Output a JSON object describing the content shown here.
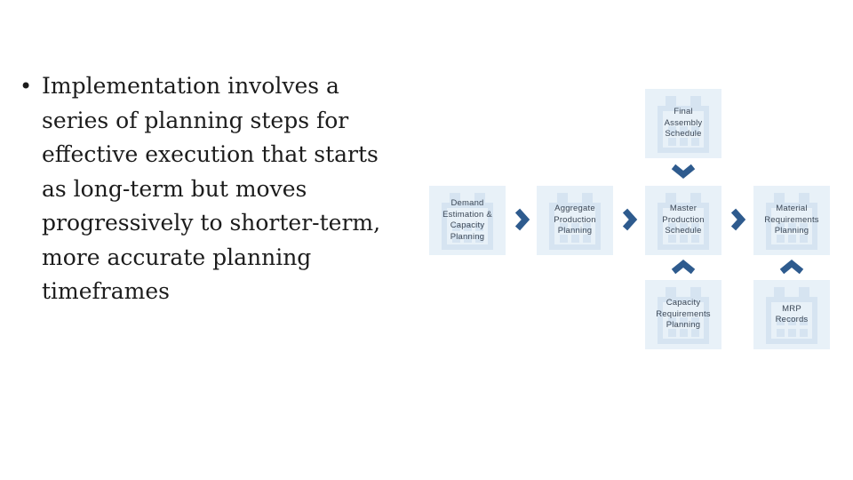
{
  "colors": {
    "slide_bg": "#ffffff",
    "box_bg": "#e8f1f8",
    "watermark": "#d6e4f1",
    "chevron": "#2e5b8e",
    "box_text": "#3b4756",
    "body_text": "#1c1c1c"
  },
  "slide": {
    "bullet_char": "•",
    "bullet_text": "Implementation involves a\nseries of planning steps for\neffective execution that starts\nas long-term but moves\nprogressively to shorter-term,\nmore accurate planning\ntimeframes"
  },
  "diagram": {
    "boxes": [
      {
        "label": "Final\nAssembly\nSchedule"
      },
      {
        "label": "Demand\nEstimation &\nCapacity\nPlanning"
      },
      {
        "label": "Aggregate\nProduction\nPlanning"
      },
      {
        "label": "Master\nProduction\nSchedule"
      },
      {
        "label": "Material\nRequirements\nPlanning"
      },
      {
        "label": "Capacity\nRequirements\nPlanning"
      },
      {
        "label": "MRP\nRecords"
      }
    ],
    "icons": {
      "box_watermark": "calendar-icon",
      "flow_right": "chevron-right-icon",
      "flow_down": "chevron-down-icon",
      "flow_up": "chevron-up-icon"
    }
  }
}
